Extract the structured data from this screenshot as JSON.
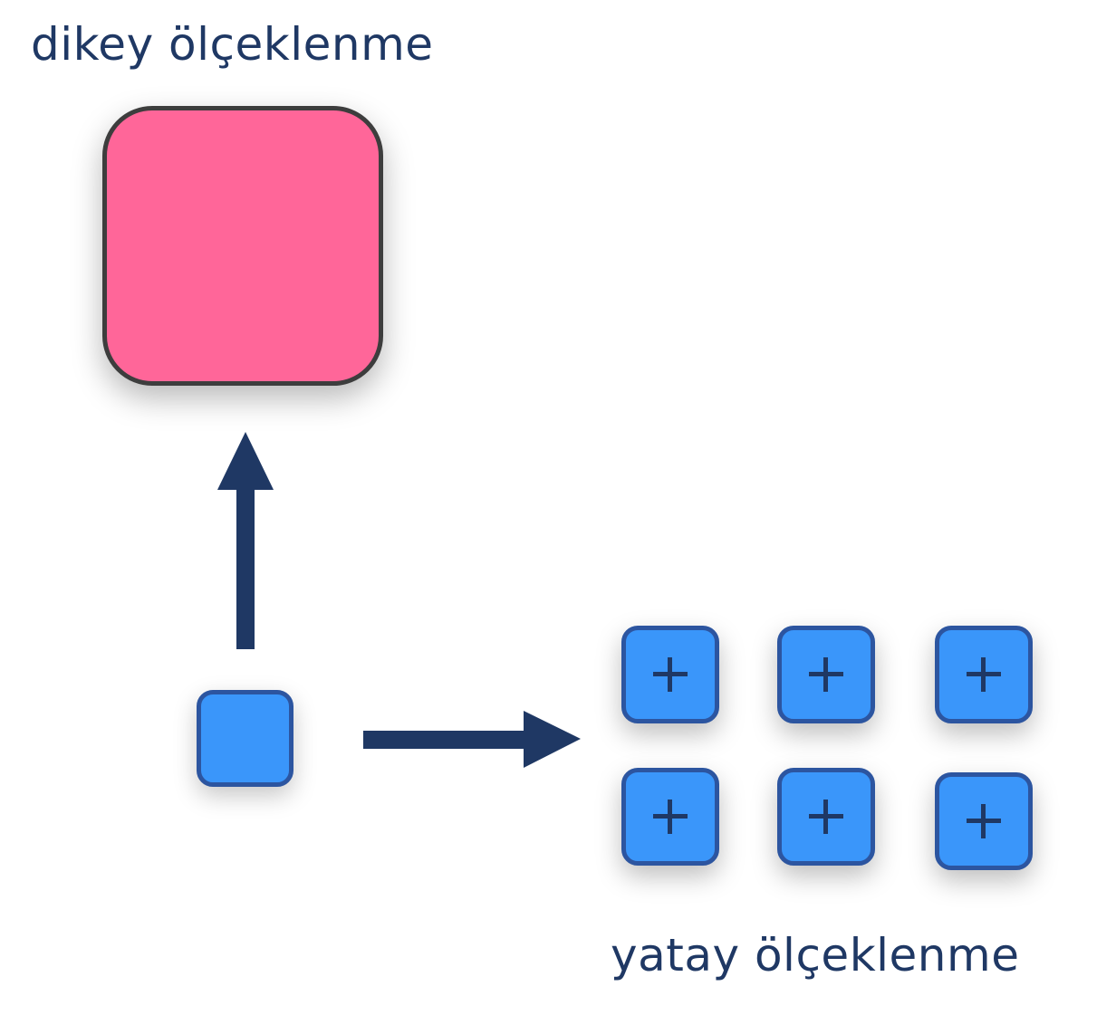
{
  "labels": {
    "vertical_scaling": "dikey ölçeklenme",
    "horizontal_scaling": "yatay ölçeklenme"
  },
  "colors": {
    "text": "#1f3864",
    "arrow": "#1f3864",
    "large_box_fill": "#ff6699",
    "large_box_border": "#3d3d3d",
    "small_box_fill": "#3a96fa",
    "small_box_border": "#2c55a0"
  },
  "grid": {
    "rows": 2,
    "columns": 3,
    "item_icon": "plus-icon"
  }
}
